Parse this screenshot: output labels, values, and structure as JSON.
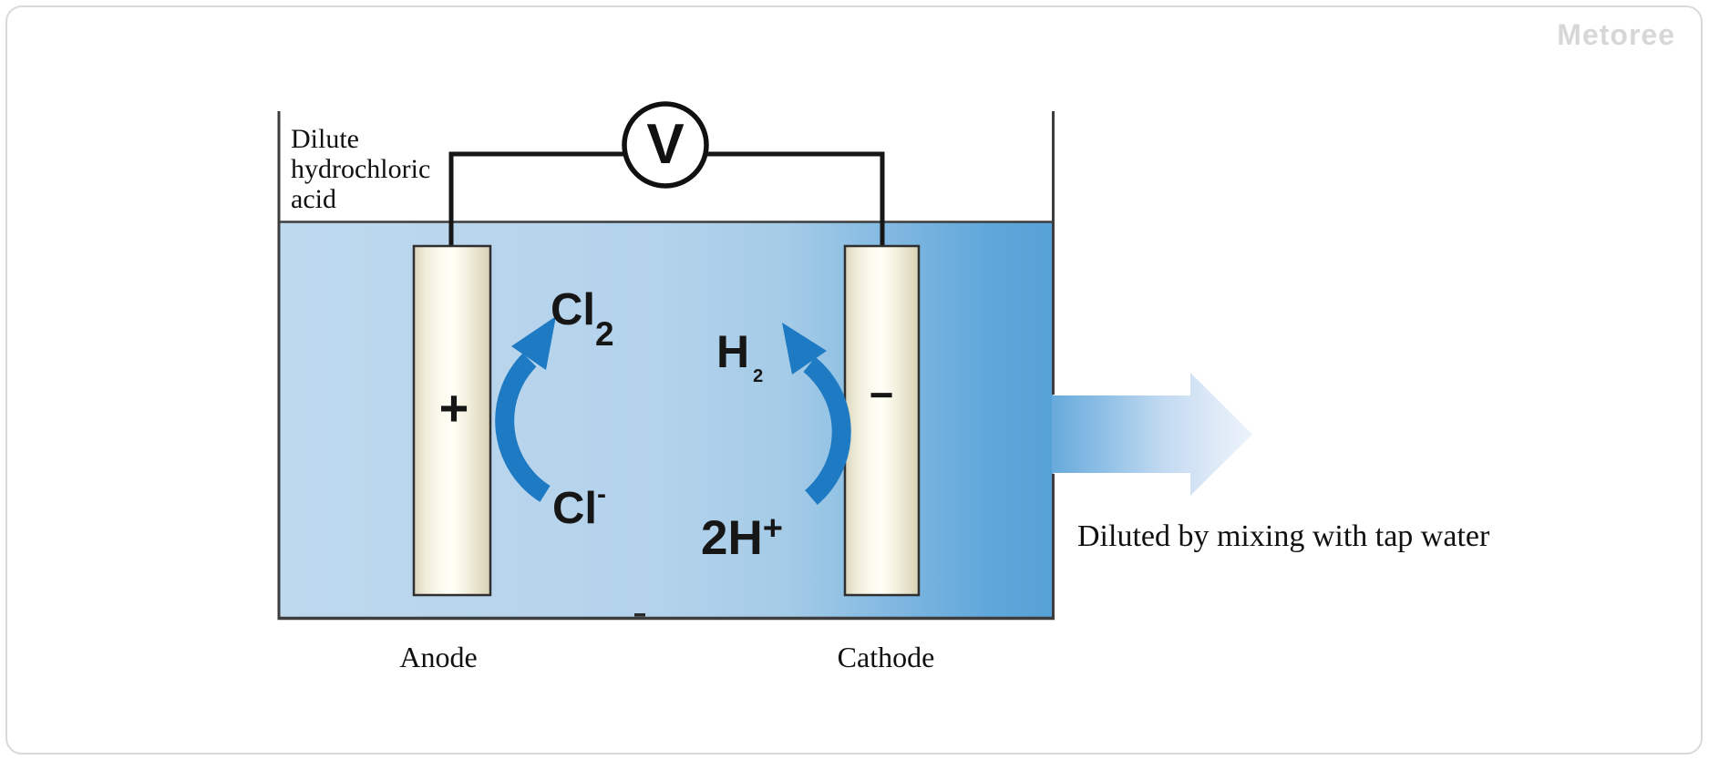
{
  "brand": {
    "logo_text": "Metoree"
  },
  "labels": {
    "solution": "Dilute hydrochloric acid",
    "voltmeter": "V",
    "anode_sign": "+",
    "cathode_sign": "−",
    "anode": "Anode",
    "cathode": "Cathode",
    "outflow": "Diluted by mixing with tap water"
  },
  "chemistry": {
    "anode_gas": {
      "base": "Cl",
      "sub": "2"
    },
    "anode_ion": {
      "base": "Cl",
      "sup": "-"
    },
    "cathode_gas": {
      "base": "H",
      "sub": "2"
    },
    "cathode_ion": {
      "base": "2H",
      "sup": "+"
    }
  },
  "colors": {
    "liquid_light": "#bed9ee",
    "liquid_dark": "#56a1d7",
    "reaction_arrow_blue": "#1e7ac2",
    "outflow_arrow_start": "#68abdc",
    "outflow_arrow_end": "#ecf3fb",
    "electrode_cream": "#fcfaee",
    "wire_black": "#161616",
    "tank_line": "#3d3d3d",
    "logo_gray": "#d7d7d7",
    "card_border": "#d9d9d9"
  }
}
